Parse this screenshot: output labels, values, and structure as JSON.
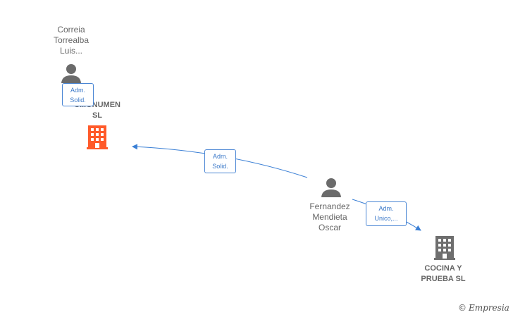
{
  "nodes": {
    "correia": {
      "lines": [
        "Correia",
        "Torrealba",
        "Luis..."
      ]
    },
    "company_top": {
      "lines": [
        "C...ONUMEN",
        "SL"
      ],
      "color": "#ff5a2a"
    },
    "fernandez": {
      "lines": [
        "Fernandez",
        "Mendieta",
        "Oscar"
      ]
    },
    "cocina": {
      "lines": [
        "COCINA Y",
        "PRUEBA SL"
      ],
      "color": "#6e6e6e"
    }
  },
  "edges": {
    "correia_to_top": {
      "lines": [
        "Adm.",
        "Solid."
      ]
    },
    "fernandez_to_top": {
      "lines": [
        "Adm.",
        "Solid."
      ]
    },
    "fernandez_to_cocina": {
      "lines": [
        "Adm.",
        "Unico,..."
      ]
    }
  },
  "colors": {
    "edge": "#3a7fd5",
    "person_icon": "#6b6b6b"
  },
  "footer": {
    "copyright_symbol": "©",
    "brand": "Empresia"
  }
}
